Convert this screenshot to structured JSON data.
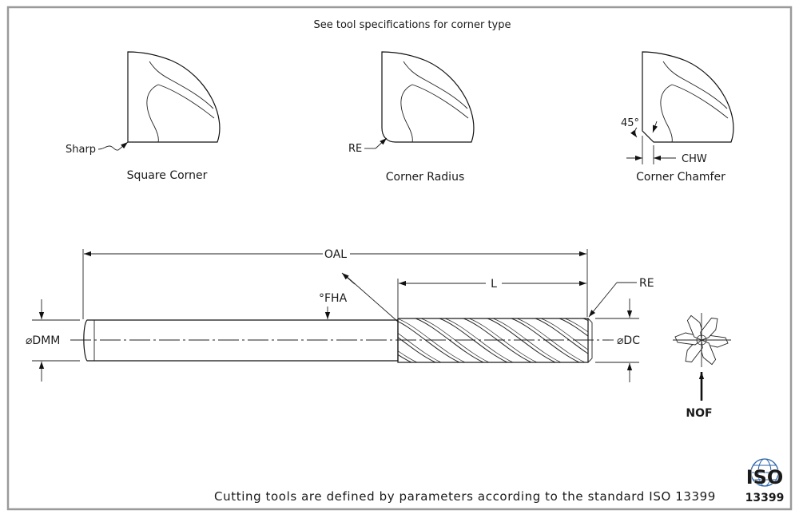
{
  "header": {
    "note": "See tool specifications for corner type"
  },
  "corner_types": [
    {
      "name": "Square Corner",
      "callout": "Sharp"
    },
    {
      "name": "Corner Radius",
      "callout": "RE"
    },
    {
      "name": "Corner Chamfer",
      "callout": "CHW",
      "angle": "45°"
    }
  ],
  "dimensions": {
    "oal": "OAL",
    "l": "L",
    "re": "RE",
    "fha": "°FHA",
    "dmm": "⌀DMM",
    "dc": "⌀DC",
    "nof": "NOF"
  },
  "footer": {
    "text": "Cutting tools are defined by parameters according to the standard ISO 13399"
  },
  "logo": {
    "line1": "ISO",
    "line2": "13399"
  },
  "colors": {
    "ink": "#1a1a1a",
    "logo_blue": "#2a63a8",
    "frame": "#9a9a9a"
  }
}
